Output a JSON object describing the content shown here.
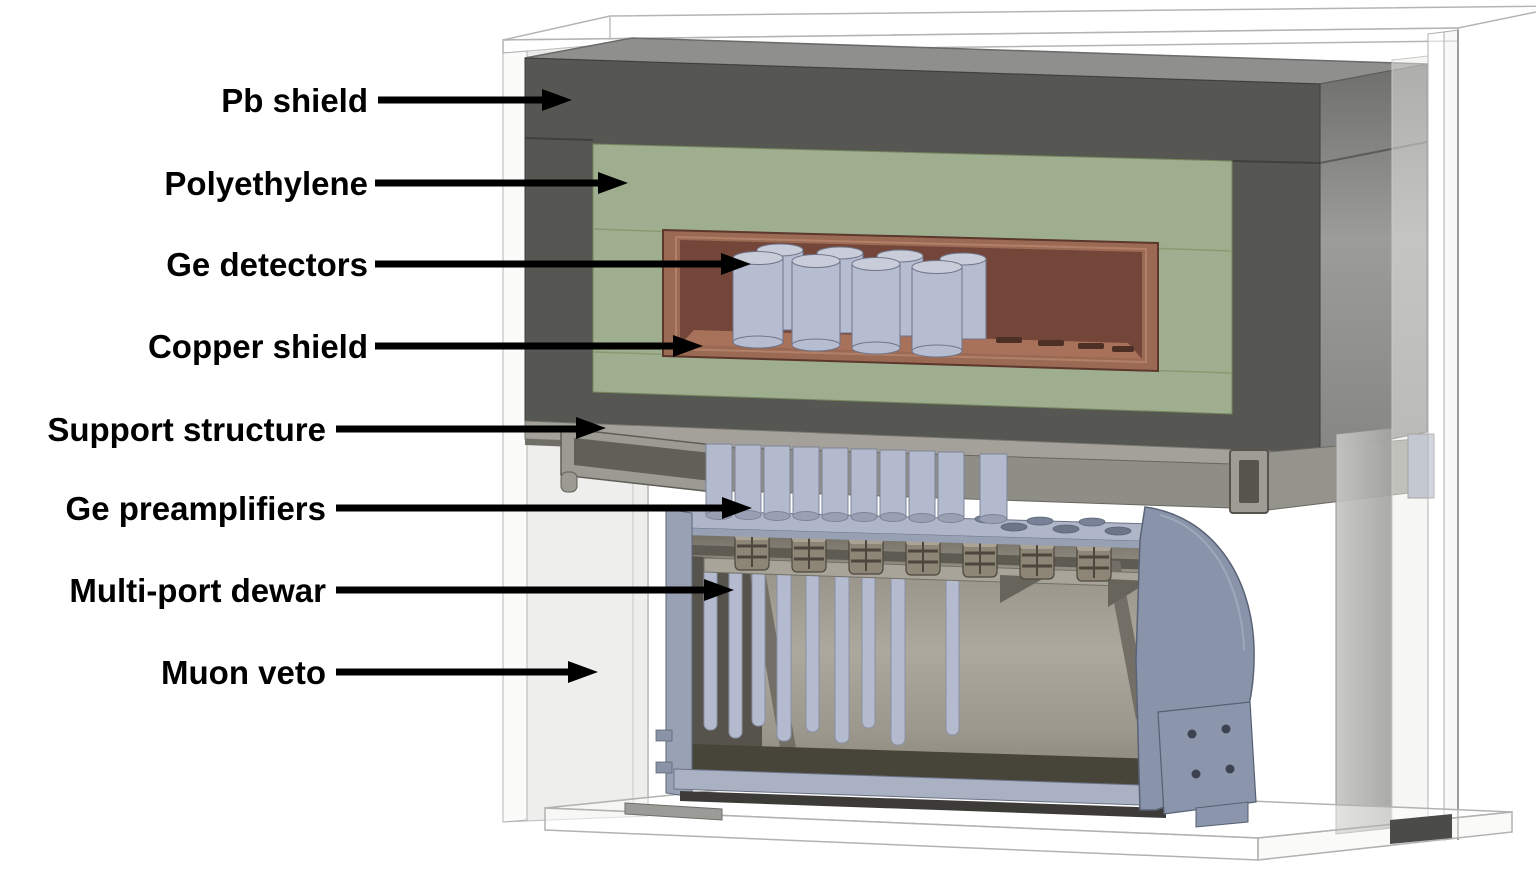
{
  "labels": {
    "pb_shield": "Pb shield",
    "polyethylene": "Polyethylene",
    "ge_detectors": "Ge detectors",
    "copper_shield": "Copper shield",
    "support_structure": "Support structure",
    "ge_preamplifiers": "Ge preamplifiers",
    "multi_port_dewar": "Multi-port dewar",
    "muon_veto": "Muon veto"
  },
  "colors": {
    "arrow": "#000000",
    "pb_front": "#565652",
    "pb_top": "#8f8f8d",
    "polyethylene": "#9fae8e",
    "copper": "#9b6a54",
    "copper_interior": "#74463a",
    "copper_floor": "#a8715a",
    "detector": "#b7bdd0",
    "detector_top": "#c9cdda",
    "support": "#a3a199",
    "support_shadow": "#6f6e67",
    "preamp": "#b4bacd",
    "port": "#8d8575",
    "tube": "#b5bbce",
    "dewar_plate": "#aeb6c8",
    "dewar_wall": "#99a1b5",
    "dewar_rim": "#a9b1c3",
    "dewar_cap": "#8994aa",
    "dewar_bracket": "#8b96ac",
    "veto_stroke": "#b4b4b4"
  }
}
